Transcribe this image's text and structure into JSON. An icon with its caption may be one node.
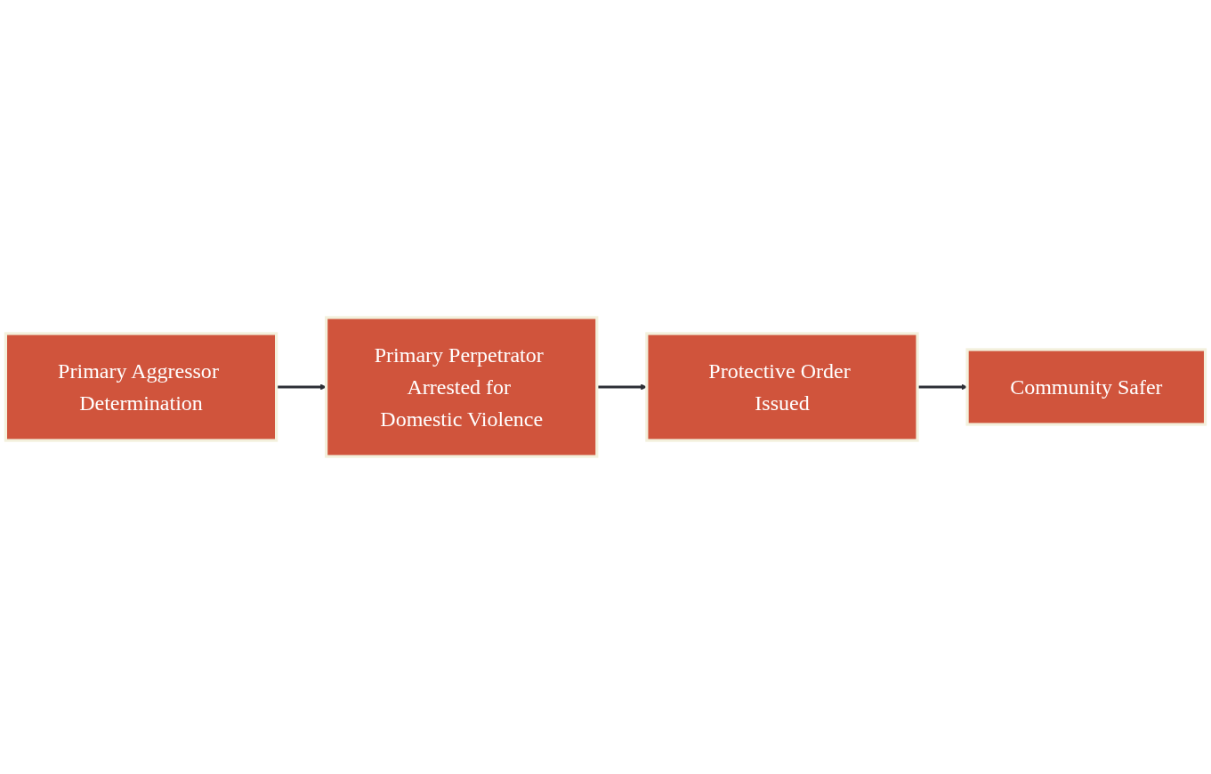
{
  "diagram": {
    "nodes": [
      {
        "text": [
          "Primary Aggressor Determination"
        ]
      },
      {
        "text": [
          "Primary Perpetrator Arrested for Domestic Violence"
        ]
      },
      {
        "text": [
          "Protective Order Issued"
        ]
      },
      {
        "text": [
          "Community Safer"
        ]
      }
    ],
    "edges": [
      {
        "from": 0,
        "to": 1,
        "arrow": "to"
      },
      {
        "from": 1,
        "to": 2,
        "arrow": "to"
      },
      {
        "from": 2,
        "to": 3,
        "arrow": "to"
      }
    ]
  }
}
